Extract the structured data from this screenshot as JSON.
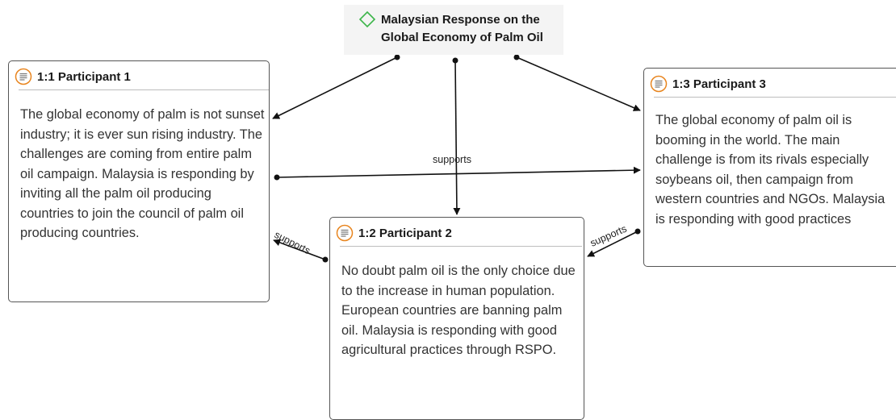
{
  "code": {
    "title_line1": "Malaysian Response on the",
    "title_line2": "Global Economy of Palm Oil",
    "icon": "code-diamond-icon",
    "icon_color": "#3cb54a"
  },
  "quotations": [
    {
      "title": "1:1 Participant 1",
      "icon": "quotation-icon",
      "text": "The global economy of palm is not sunset industry; it is ever sun rising industry. The challenges are coming from entire palm oil campaign. Malaysia is responding by inviting all the palm oil producing countries to join the council of palm oil producing countries."
    },
    {
      "title": "1:2 Participant 2",
      "icon": "quotation-icon",
      "text": "No doubt palm oil is the only choice due to the increase in human population. European countries are banning palm oil. Malaysia is responding with good agricultural practices through RSPO."
    },
    {
      "title": "1:3 Participant 3",
      "icon": "quotation-icon",
      "text": "The global economy of palm oil is booming in the world. The main challenge is from its rivals especially soybeans oil, then campaign from western countries and NGOs. Malaysia is responding with good practices"
    }
  ],
  "relations": {
    "p1_to_p3": "supports",
    "p2_to_p1": "supports",
    "p2_to_p3": "supports"
  },
  "colors": {
    "quotation_icon": "#e8851f",
    "edge": "#111111"
  }
}
